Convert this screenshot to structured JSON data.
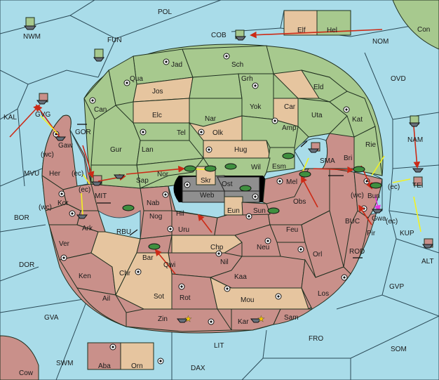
{
  "map": {
    "territories": [
      {
        "id": "POL",
        "label": "POL"
      },
      {
        "id": "NWM",
        "label": "NWM"
      },
      {
        "id": "FUN",
        "label": "FUN"
      },
      {
        "id": "COB",
        "label": "COB"
      },
      {
        "id": "Elf",
        "label": "Elf"
      },
      {
        "id": "Hel",
        "label": "Hel"
      },
      {
        "id": "Con",
        "label": "Con"
      },
      {
        "id": "NOM",
        "label": "NOM"
      },
      {
        "id": "OVD",
        "label": "OVD"
      },
      {
        "id": "Jad",
        "label": "Jad"
      },
      {
        "id": "Sch",
        "label": "Sch"
      },
      {
        "id": "Qua",
        "label": "Qua"
      },
      {
        "id": "Jos",
        "label": "Jos"
      },
      {
        "id": "Grh",
        "label": "Grh"
      },
      {
        "id": "Eld",
        "label": "Eld"
      },
      {
        "id": "Can",
        "label": "Can"
      },
      {
        "id": "Elc",
        "label": "Elc"
      },
      {
        "id": "Nar",
        "label": "Nar"
      },
      {
        "id": "Yok",
        "label": "Yok"
      },
      {
        "id": "Car",
        "label": "Car"
      },
      {
        "id": "Uta",
        "label": "Uta"
      },
      {
        "id": "Kat",
        "label": "Kat"
      },
      {
        "id": "KAL",
        "label": "KAL"
      },
      {
        "id": "GVG",
        "label": "GVG"
      },
      {
        "id": "GOR",
        "label": "GOR"
      },
      {
        "id": "Tel",
        "label": "Tel"
      },
      {
        "id": "Olk",
        "label": "Olk"
      },
      {
        "id": "Amp",
        "label": "Amp"
      },
      {
        "id": "Gaw",
        "label": "Gaw"
      },
      {
        "id": "Gur",
        "label": "Gur"
      },
      {
        "id": "Lan",
        "label": "Lan"
      },
      {
        "id": "Hug",
        "label": "Hug"
      },
      {
        "id": "Rie",
        "label": "Rie"
      },
      {
        "id": "NAM",
        "label": "NAM"
      },
      {
        "id": "SMA",
        "label": "SMA"
      },
      {
        "id": "Bri",
        "label": "Bri"
      },
      {
        "id": "Esm",
        "label": "Esm"
      },
      {
        "id": "Wil",
        "label": "Wil"
      },
      {
        "id": "MVU",
        "label": "MVU"
      },
      {
        "id": "Her",
        "label": "Her"
      },
      {
        "id": "Nor",
        "label": "Nor"
      },
      {
        "id": "Skr",
        "label": "Skr"
      },
      {
        "id": "Sap",
        "label": "Sap"
      },
      {
        "id": "Ost",
        "label": "Ost"
      },
      {
        "id": "Mel",
        "label": "Mel"
      },
      {
        "id": "TEI",
        "label": "TEI"
      },
      {
        "id": "Web",
        "label": "Web"
      },
      {
        "id": "MIT",
        "label": "MIT"
      },
      {
        "id": "Kor",
        "label": "Kor"
      },
      {
        "id": "Nab",
        "label": "Nab"
      },
      {
        "id": "Bun",
        "label": "Bun"
      },
      {
        "id": "Obs",
        "label": "Obs"
      },
      {
        "id": "Eun",
        "label": "Eun"
      },
      {
        "id": "Sun",
        "label": "Sun"
      },
      {
        "id": "BOR",
        "label": "BOR"
      },
      {
        "id": "Nog",
        "label": "Nog"
      },
      {
        "id": "Hil",
        "label": "Hil"
      },
      {
        "id": "Gwa",
        "label": "Gwa"
      },
      {
        "id": "Ark",
        "label": "Ark"
      },
      {
        "id": "RBU",
        "label": "RBU"
      },
      {
        "id": "Uru",
        "label": "Uru"
      },
      {
        "id": "Feu",
        "label": "Feu"
      },
      {
        "id": "BUC",
        "label": "BUC"
      },
      {
        "id": "KUP",
        "label": "KUP"
      },
      {
        "id": "Pir",
        "label": "Pir"
      },
      {
        "id": "Ver",
        "label": "Ver"
      },
      {
        "id": "Chp",
        "label": "Chp"
      },
      {
        "id": "Neu",
        "label": "Neu"
      },
      {
        "id": "ALT",
        "label": "ALT"
      },
      {
        "id": "Bar",
        "label": "Bar"
      },
      {
        "id": "Orl",
        "label": "Orl"
      },
      {
        "id": "ROD",
        "label": "ROD"
      },
      {
        "id": "Qwi",
        "label": "Qwi"
      },
      {
        "id": "Nil",
        "label": "Nil"
      },
      {
        "id": "DOR",
        "label": "DOR"
      },
      {
        "id": "Ken",
        "label": "Ken"
      },
      {
        "id": "Chr",
        "label": "Chr"
      },
      {
        "id": "Kaa",
        "label": "Kaa"
      },
      {
        "id": "Los",
        "label": "Los"
      },
      {
        "id": "GVP",
        "label": "GVP"
      },
      {
        "id": "Ail",
        "label": "Ail"
      },
      {
        "id": "Sot",
        "label": "Sot"
      },
      {
        "id": "Rot",
        "label": "Rot"
      },
      {
        "id": "Mou",
        "label": "Mou"
      },
      {
        "id": "GVA",
        "label": "GVA"
      },
      {
        "id": "Zin",
        "label": "Zin"
      },
      {
        "id": "Kar",
        "label": "Kar"
      },
      {
        "id": "Sam",
        "label": "Sam"
      },
      {
        "id": "FRO",
        "label": "FRO"
      },
      {
        "id": "SOM",
        "label": "SOM"
      },
      {
        "id": "LIT",
        "label": "LIT"
      },
      {
        "id": "SWM",
        "label": "SWM"
      },
      {
        "id": "Aba",
        "label": "Aba"
      },
      {
        "id": "Orn",
        "label": "Orn"
      },
      {
        "id": "DAX",
        "label": "DAX"
      },
      {
        "id": "Cow",
        "label": "Cow"
      }
    ],
    "coast_labels": [
      {
        "id": "wc1",
        "label": "(wc)"
      },
      {
        "id": "ec1",
        "label": "(ec)"
      },
      {
        "id": "ec2",
        "label": "(ec)"
      },
      {
        "id": "wc2",
        "label": "(wc)"
      },
      {
        "id": "ec3",
        "label": "(ec)"
      },
      {
        "id": "wc3",
        "label": "(wc)"
      },
      {
        "id": "ec4",
        "label": "(ec)"
      }
    ],
    "colors": {
      "sea": "#a9dce9",
      "power_green": "#a7c98e",
      "neutral_tan": "#e6c59f",
      "power_red": "#c9908a",
      "impassable_gray": "#8f8f8f",
      "order_move": "#cc2a16",
      "order_support": "#f2f222",
      "order_convoy": "#e23de0",
      "army_green": "#3f8f3f",
      "fleet_gray": "#66707a"
    }
  }
}
